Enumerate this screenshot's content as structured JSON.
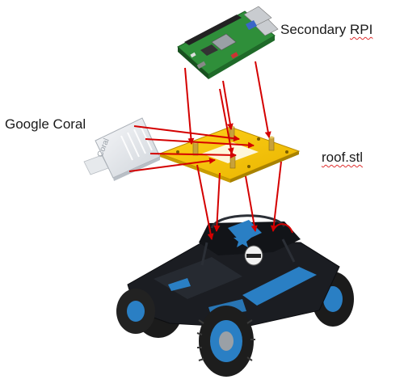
{
  "labels": {
    "rpi_prefix": "Secondary ",
    "rpi_abbrev": "RPI",
    "coral": "Google Coral",
    "roof": "roof.stl"
  },
  "components": {
    "coral_stick_text": "Coral"
  },
  "colors": {
    "arrow": "#d40000",
    "roof_plate": "#f2c300",
    "roof_plate_edge": "#b88a00",
    "standoff": "#c8a23a",
    "pcb": "#2f8f3a",
    "car_body": "#1b1d22",
    "car_accent": "#2a7fc4",
    "coral_case": "#e9ecef",
    "spellcheck": "#e03030"
  },
  "icons": {
    "rpi": "raspberry-pi-board-icon",
    "coral": "usb-accelerator-icon",
    "roof": "roof-plate-icon",
    "car": "rc-buggy-icon"
  }
}
